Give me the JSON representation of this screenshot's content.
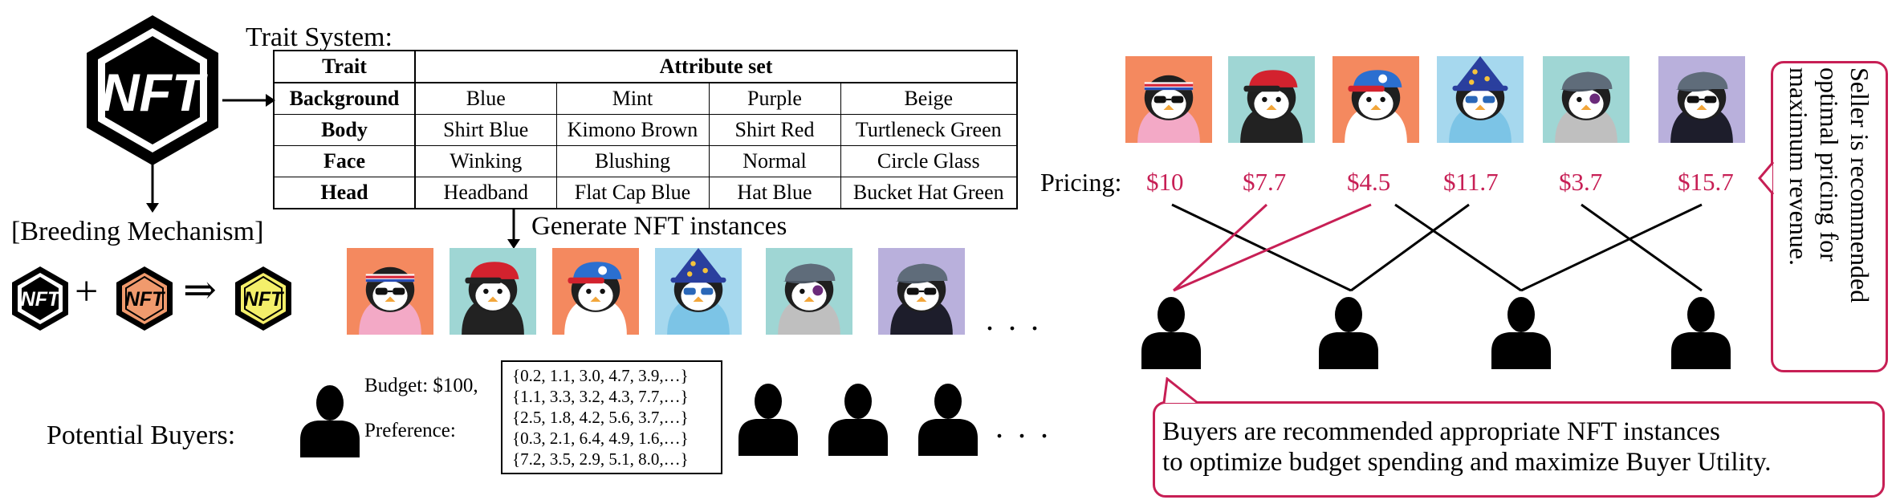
{
  "logo_text": "NFT",
  "colors": {
    "accent": "#c71f55",
    "card_backgrounds": [
      "#f4895f",
      "#9fd6d4",
      "#f4895f",
      "#a6d8ee",
      "#9fd6d4",
      "#b9b0dc"
    ]
  },
  "trait_system": {
    "title": "Trait System:",
    "header": {
      "trait": "Trait",
      "attribute_set": "Attribute set"
    },
    "rows": [
      {
        "trait": "Background",
        "values": [
          "Blue",
          "Mint",
          "Purple",
          "Beige"
        ]
      },
      {
        "trait": "Body",
        "values": [
          "Shirt Blue",
          "Kimono Brown",
          "Shirt Red",
          "Turtleneck Green"
        ]
      },
      {
        "trait": "Face",
        "values": [
          "Winking",
          "Blushing",
          "Normal",
          "Circle Glass"
        ]
      },
      {
        "trait": "Head",
        "values": [
          "Headband",
          "Flat Cap Blue",
          "Hat Blue",
          "Bucket Hat Green"
        ]
      }
    ]
  },
  "breeding": {
    "title": "[Breeding Mechanism]",
    "plus": "+",
    "arrow": "⇒"
  },
  "generate_label": "Generate NFT instances",
  "ellipsis": ". . .",
  "buyers": {
    "label": "Potential Buyers:",
    "budget": "Budget: $100,",
    "preference_label": "Preference:",
    "preference_rows": [
      "{0.2, 1.1, 3.0, 4.7, 3.9,…}",
      "{1.1, 3.3, 3.2, 4.3, 7.7,…}",
      "{2.5, 1.8, 4.2, 5.6, 3.7,…}",
      "{0.3, 2.1, 6.4, 4.9, 1.6,…}",
      "{7.2, 3.5, 2.9, 5.1, 8.0,…}"
    ]
  },
  "pricing": {
    "label": "Pricing:",
    "prices": [
      "$10",
      "$7.7",
      "$4.5",
      "$11.7",
      "$3.7",
      "$15.7"
    ]
  },
  "seller_callout": "Seller is recommended optimal pricing for maximum revenue.",
  "buyer_callout": {
    "line1": "Buyers are recommended appropriate NFT instances",
    "line2": "to optimize budget spending and maximize Buyer Utility."
  }
}
